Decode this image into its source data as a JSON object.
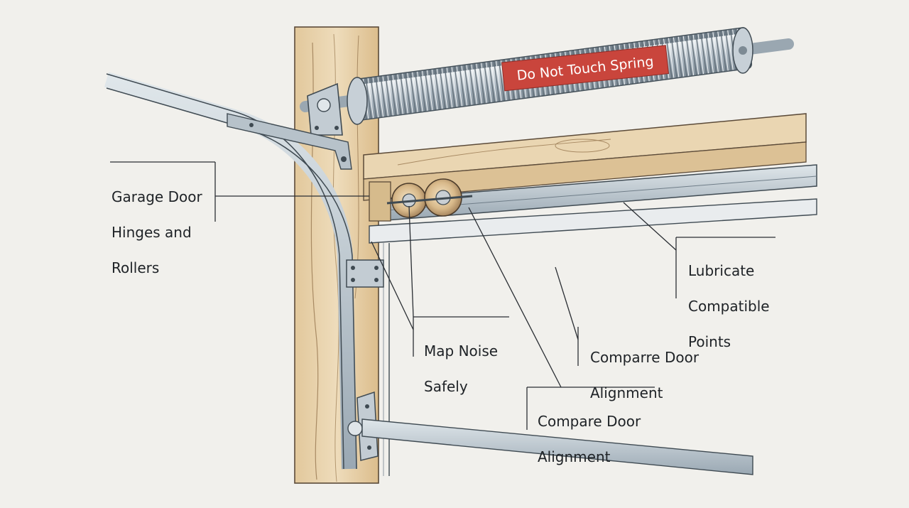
{
  "diagram": {
    "spring_warning": "Do Not Touch Spring",
    "callouts": {
      "hinges_rollers": [
        "Garage Door",
        "Hinges and",
        "Rollers"
      ],
      "lubricate": [
        "Lubricate",
        "Compatible",
        "Points"
      ],
      "map_noise": [
        "Map Noise",
        "Safely"
      ],
      "comparre": [
        "Comparre Door",
        "Alignment"
      ],
      "compare": [
        "Compare Door",
        "Alignment"
      ]
    },
    "colors": {
      "paper": "#f1f0ec",
      "wood": "#e9d3ad",
      "steel": "#b9c4cd",
      "warning_red": "#c9453c",
      "ink": "#2a2e33"
    }
  }
}
